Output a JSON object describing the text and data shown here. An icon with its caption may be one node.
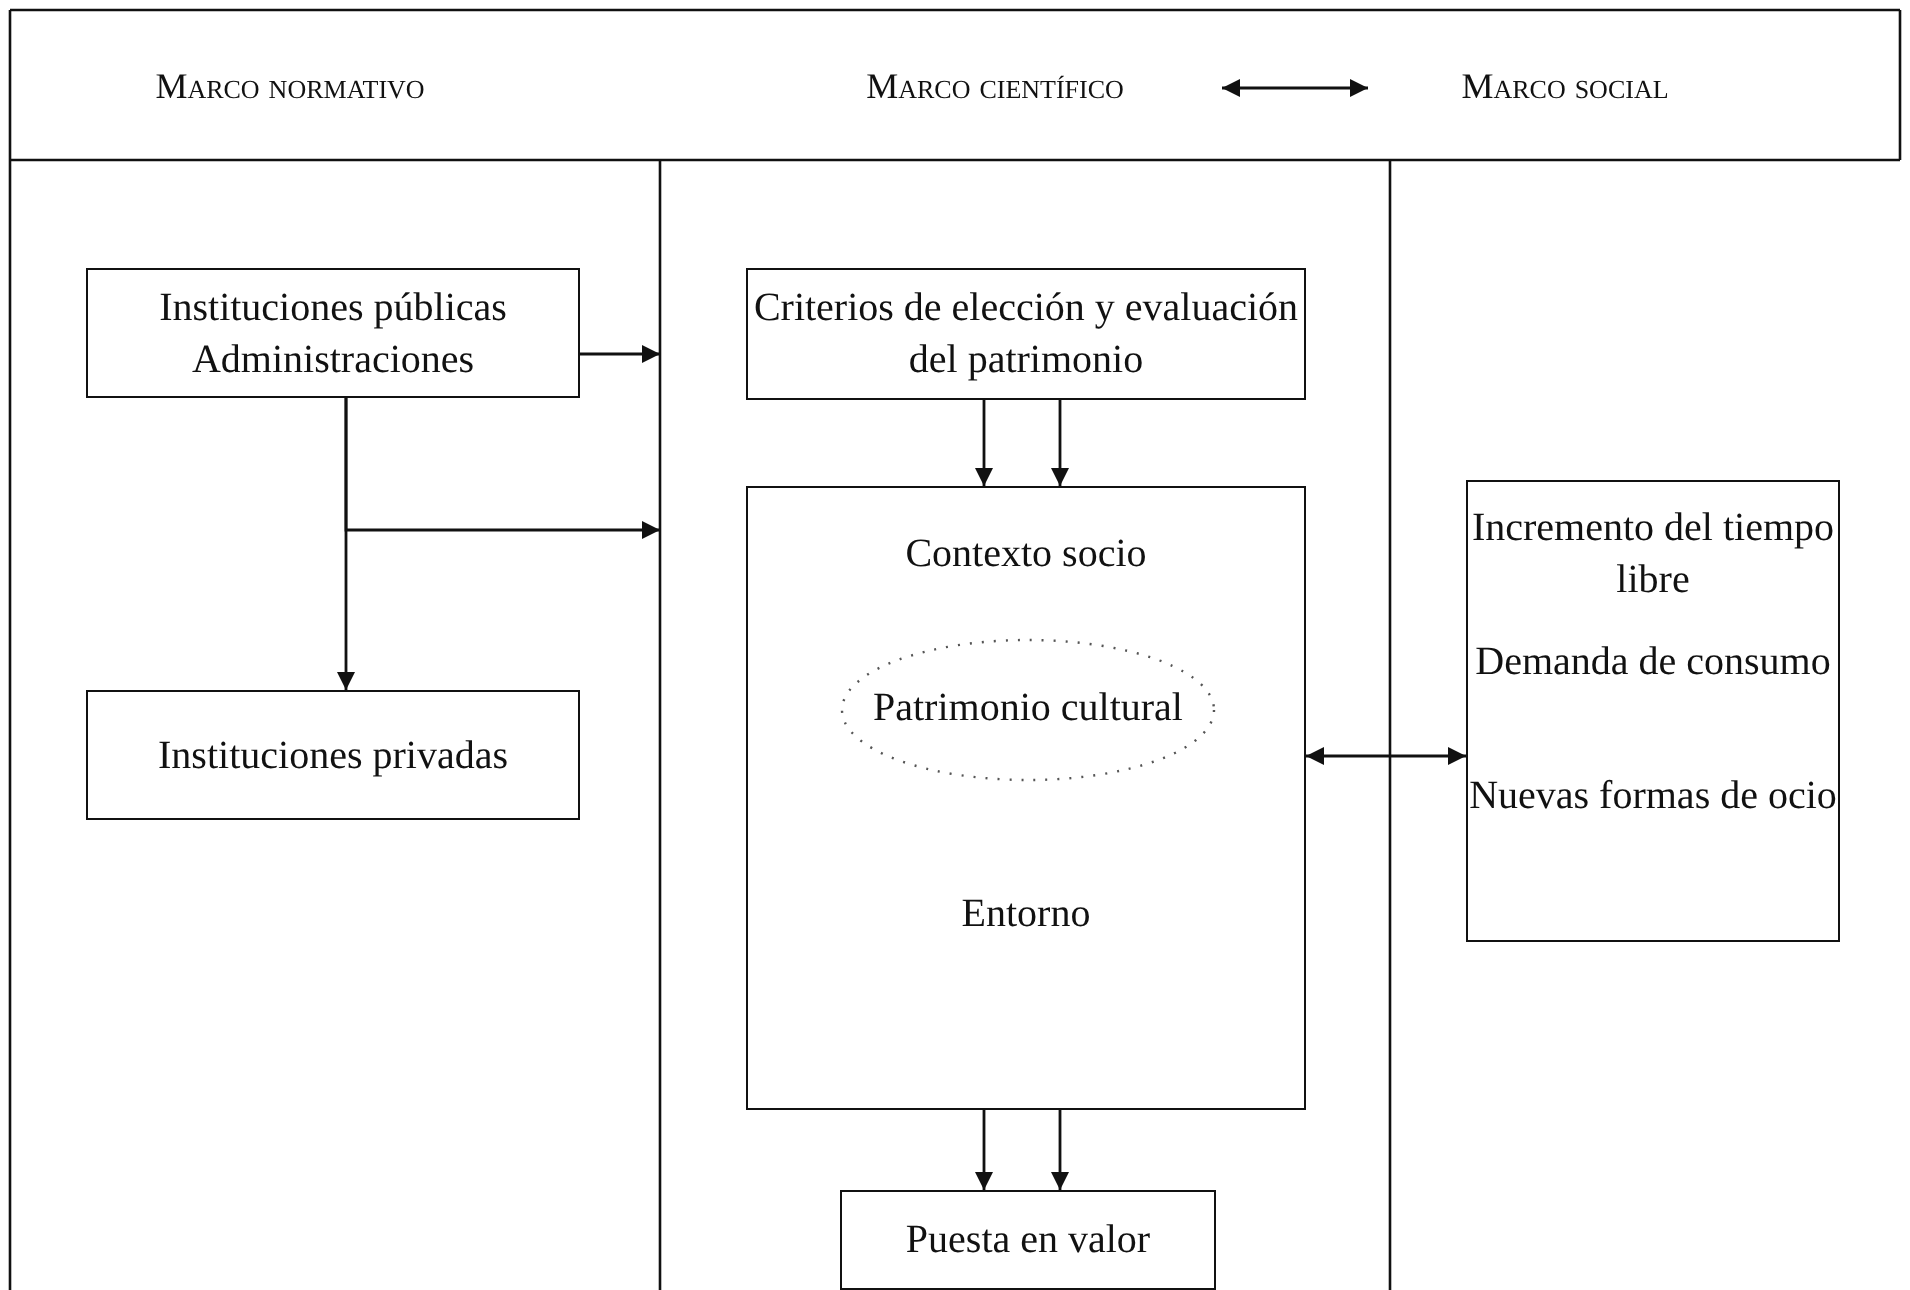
{
  "diagram": {
    "nodes": [
      {
        "text": [
          "Marco normativo"
        ]
      },
      {
        "text": [
          "Marco científico"
        ]
      },
      {
        "text": [
          "Marco social"
        ]
      },
      {
        "text": [
          "Instituciones públicas Administraciones"
        ]
      },
      {
        "text": [
          "Criterios de elección y evaluación del patrimonio"
        ]
      },
      {
        "text": [
          "Contexto socio",
          "Entorno"
        ]
      },
      {
        "text": [
          "Patrimonio cultural"
        ],
        "in": 5
      },
      {
        "text": [
          "Instituciones privadas"
        ]
      },
      {
        "text": [
          "Puesta en valor"
        ]
      },
      {
        "text": [
          "Incremento del tiempo libre",
          "Demanda de consumo",
          "Nuevas formas de ocio"
        ]
      }
    ],
    "edges": [
      {
        "from": 1,
        "to": 2,
        "arrow": "both"
      },
      {
        "from": 3,
        "to": null,
        "arrow": "to"
      },
      {
        "from": 3,
        "to": 7,
        "arrow": "to"
      },
      {
        "from": 3,
        "to": null,
        "arrow": "to"
      },
      {
        "from": 4,
        "to": 5,
        "arrow": "to"
      },
      {
        "from": 4,
        "to": 5,
        "arrow": "to"
      },
      {
        "from": 5,
        "to": 8,
        "arrow": "to"
      },
      {
        "from": 5,
        "to": 8,
        "arrow": "to"
      },
      {
        "from": 5,
        "to": 9,
        "arrow": "both"
      }
    ]
  }
}
